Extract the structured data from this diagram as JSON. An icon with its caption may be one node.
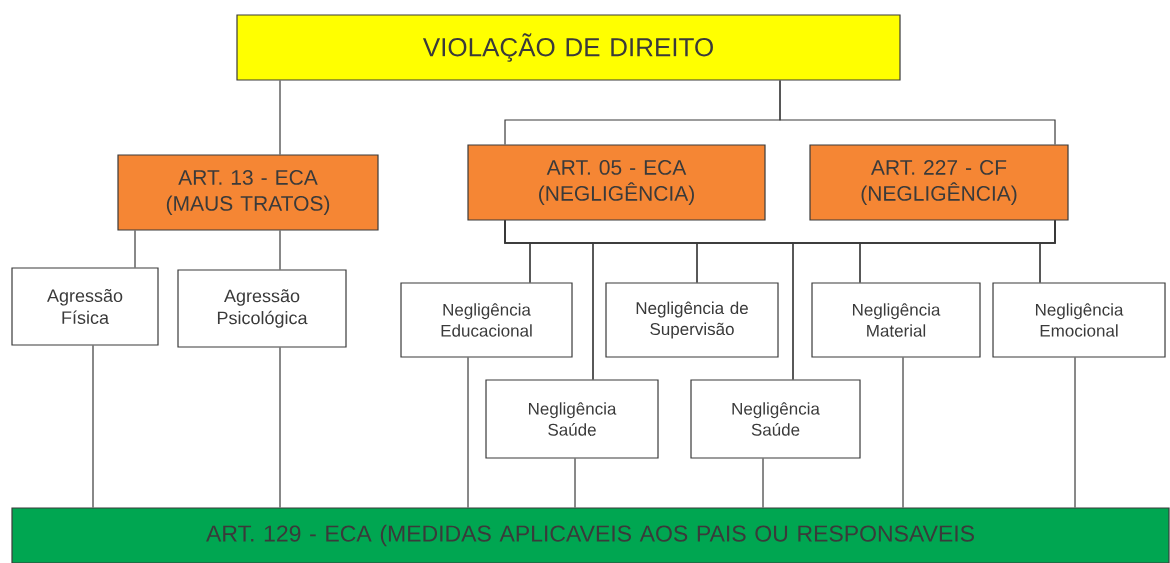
{
  "diagram": {
    "nodes": [
      {
        "text": [
          "VIOLAÇÃO DE DIREITO"
        ]
      },
      {
        "text": [
          "ART. 13 - ECA (MAUS TRATOS)"
        ]
      },
      {
        "text": [
          "ART. 05 - ECA (NEGLIGÊNCIA)"
        ]
      },
      {
        "text": [
          "ART. 227 - CF (NEGLIGÊNCIA)"
        ]
      },
      {
        "text": [
          "Agressão Física"
        ]
      },
      {
        "text": [
          "Agressão Psicológica"
        ]
      },
      {
        "text": [
          "Negligência Educacional"
        ]
      },
      {
        "text": [
          "Negligência de Supervisão"
        ]
      },
      {
        "text": [
          "Negligência Material"
        ]
      },
      {
        "text": [
          "Negligência Emocional"
        ]
      },
      {
        "text": [
          "Negligência Saúde"
        ]
      },
      {
        "text": [
          "Negligência Saúde"
        ]
      },
      {
        "text": [
          "ART. 129 - ECA (MEDIDAS APLICAVEIS AOS PAIS OU RESPONSAVEIS"
        ]
      }
    ],
    "edges": [
      {
        "from": 0,
        "to": 1,
        "arrow": "none"
      },
      {
        "from": 0,
        "to": 2,
        "arrow": "none"
      },
      {
        "from": 0,
        "to": 3,
        "arrow": "none"
      },
      {
        "from": 1,
        "to": 4,
        "arrow": "none"
      },
      {
        "from": 1,
        "to": 5,
        "arrow": "none"
      },
      {
        "from": 2,
        "to": 6,
        "arrow": "none"
      },
      {
        "from": 2,
        "to": 10,
        "arrow": "none"
      },
      {
        "from": 2,
        "to": 7,
        "arrow": "none"
      },
      {
        "from": 2,
        "to": 11,
        "arrow": "none"
      },
      {
        "from": 2,
        "to": 8,
        "arrow": "none"
      },
      {
        "from": 2,
        "to": 9,
        "arrow": "none"
      },
      {
        "from": 3,
        "to": 6,
        "arrow": "none"
      },
      {
        "from": 3,
        "to": 10,
        "arrow": "none"
      },
      {
        "from": 3,
        "to": 7,
        "arrow": "none"
      },
      {
        "from": 3,
        "to": 11,
        "arrow": "none"
      },
      {
        "from": 3,
        "to": 8,
        "arrow": "none"
      },
      {
        "from": 3,
        "to": 9,
        "arrow": "none"
      },
      {
        "from": 4,
        "to": 12,
        "arrow": "none"
      },
      {
        "from": 5,
        "to": 12,
        "arrow": "none"
      },
      {
        "from": 6,
        "to": 12,
        "arrow": "none"
      },
      {
        "from": 10,
        "to": 12,
        "arrow": "none"
      },
      {
        "from": 11,
        "to": 12,
        "arrow": "none"
      },
      {
        "from": 8,
        "to": 12,
        "arrow": "none"
      },
      {
        "from": 9,
        "to": 12,
        "arrow": "none"
      }
    ]
  }
}
